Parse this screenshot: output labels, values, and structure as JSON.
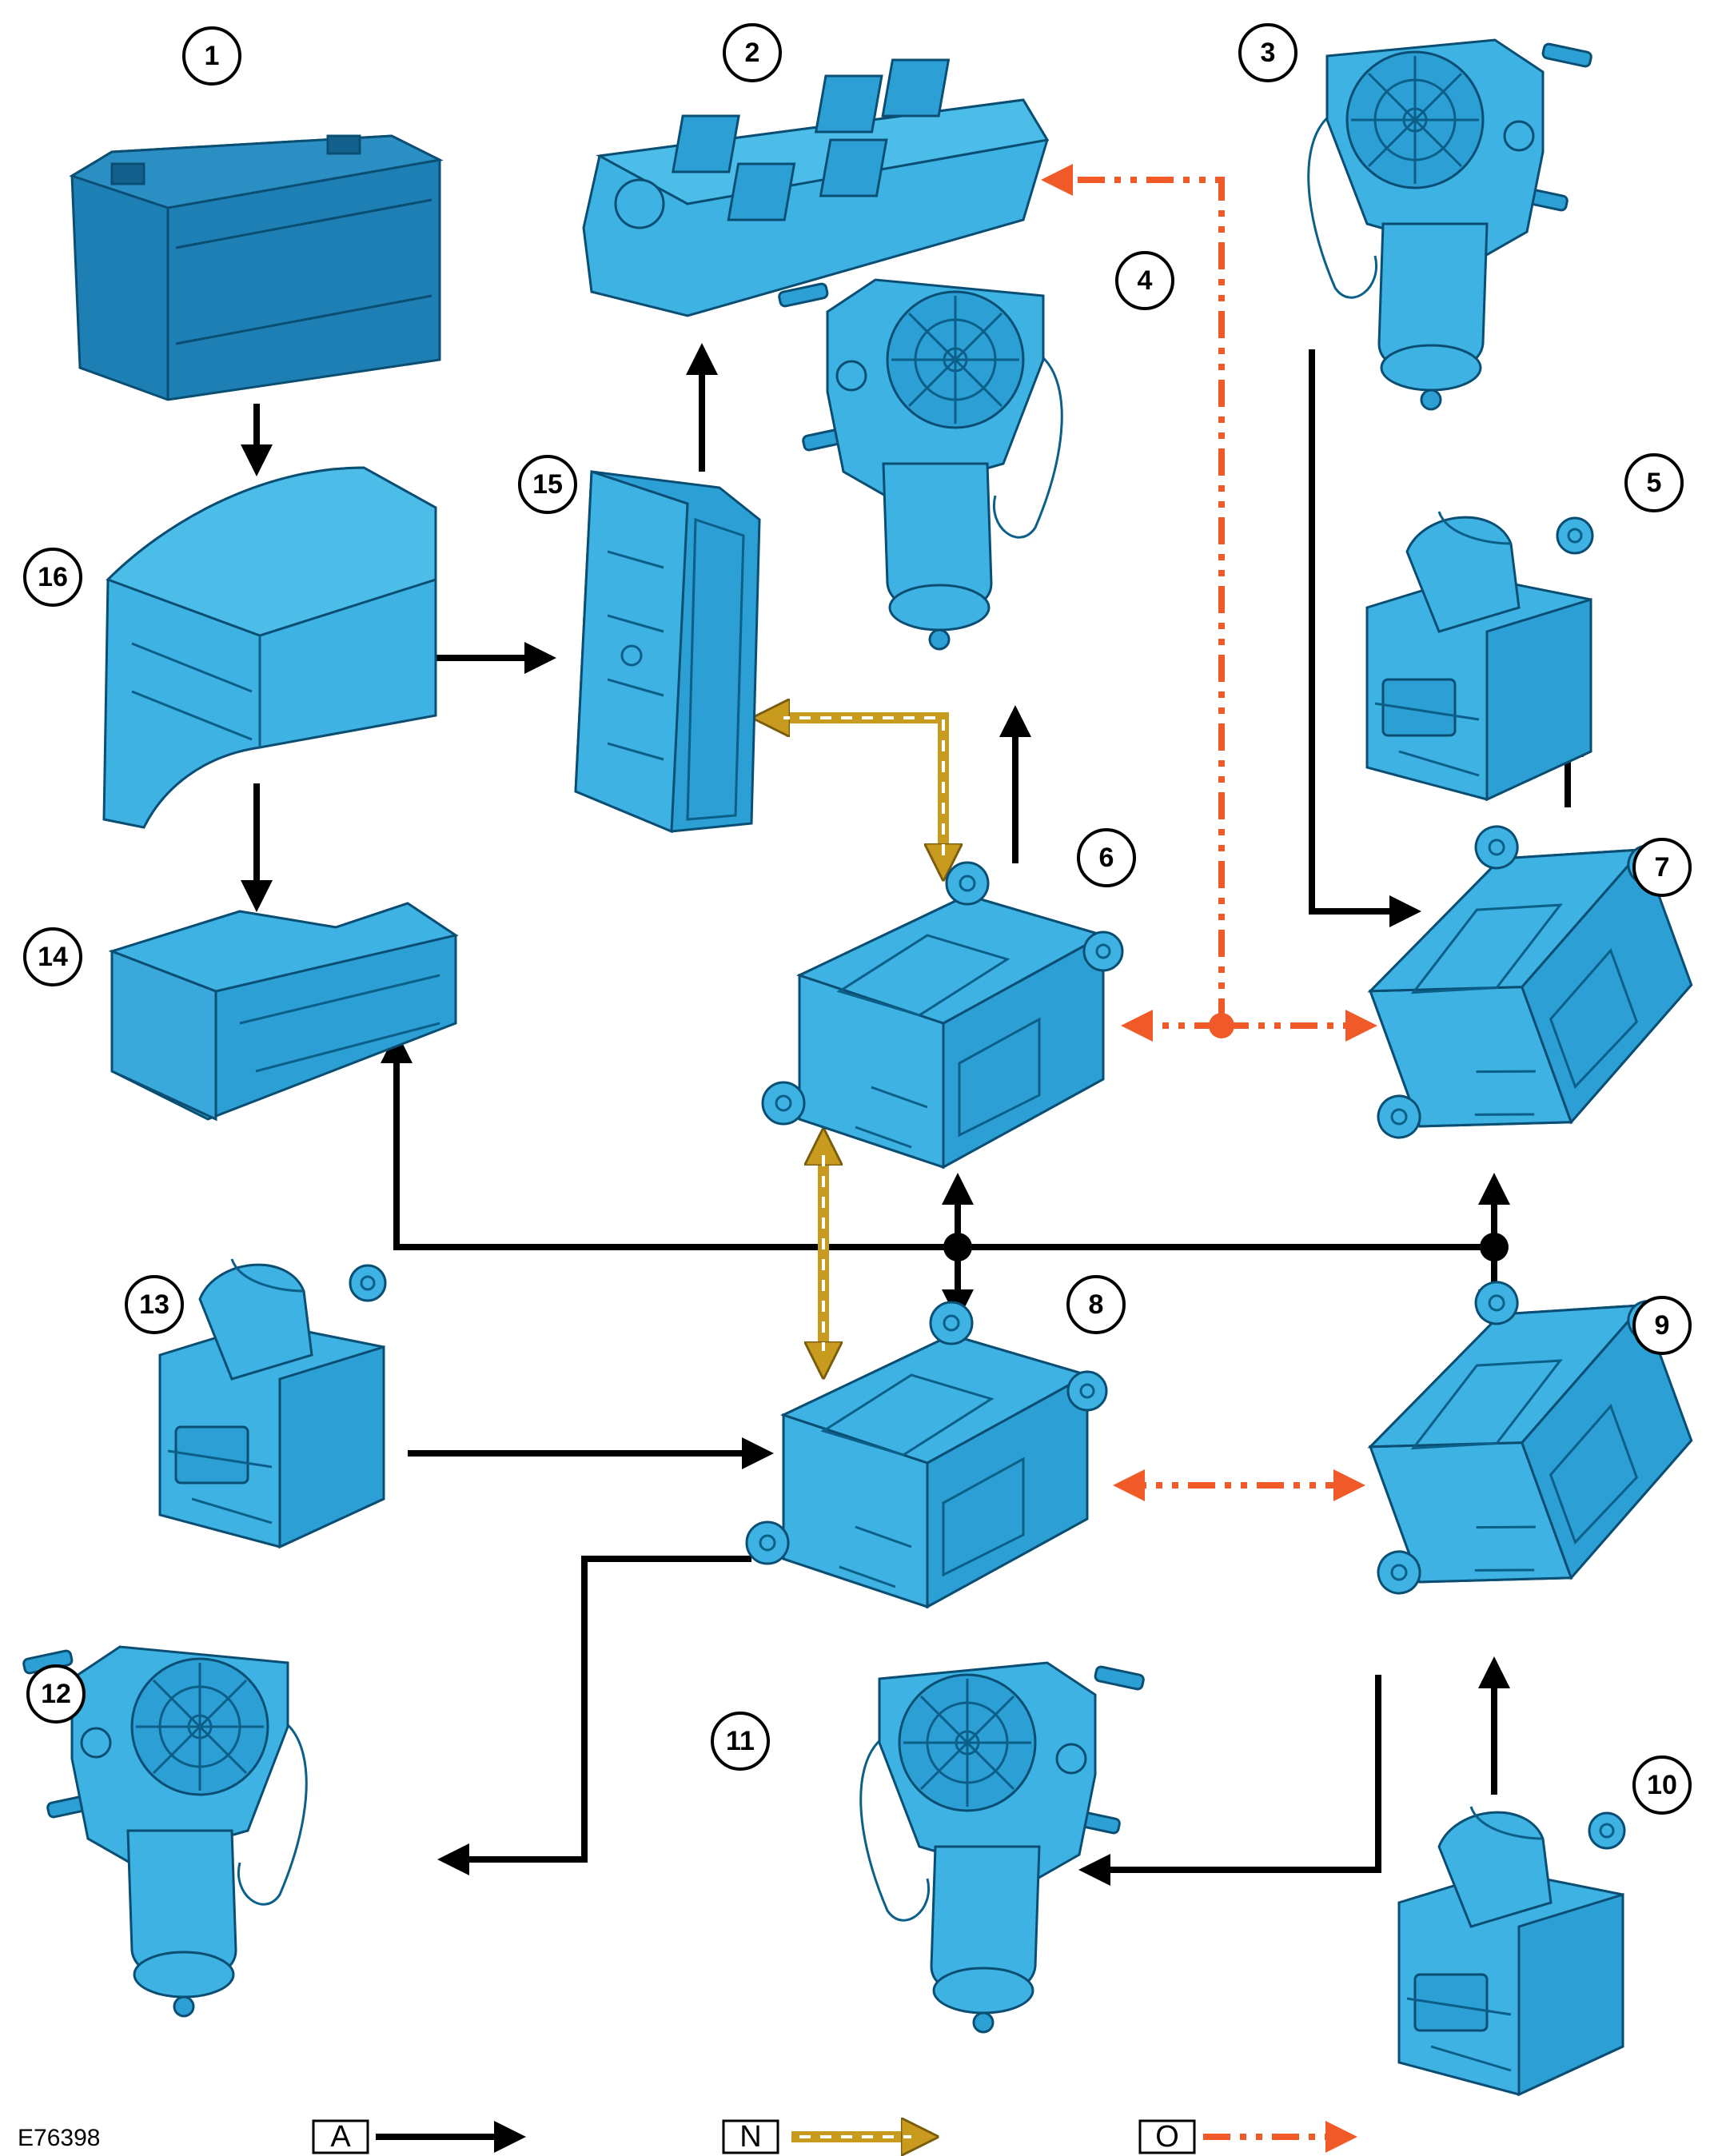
{
  "colors": {
    "part_light": "#3db2e3",
    "part_dark": "#1d7fb4",
    "line_a": "#000000",
    "line_n": "#c89a1e",
    "line_o": "#f05a28"
  },
  "callouts": [
    {
      "id": "1",
      "label": "1",
      "component": "battery-icon"
    },
    {
      "id": "2",
      "label": "2",
      "component": "switch-pack-icon"
    },
    {
      "id": "3",
      "label": "3",
      "component": "window-motor-icon"
    },
    {
      "id": "4",
      "label": "4",
      "component": "window-motor-icon"
    },
    {
      "id": "5",
      "label": "5",
      "component": "window-switch-icon"
    },
    {
      "id": "6",
      "label": "6",
      "component": "door-module-icon"
    },
    {
      "id": "7",
      "label": "7",
      "component": "door-module-icon"
    },
    {
      "id": "8",
      "label": "8",
      "component": "door-module-icon"
    },
    {
      "id": "9",
      "label": "9",
      "component": "door-module-icon"
    },
    {
      "id": "10",
      "label": "10",
      "component": "window-switch-icon"
    },
    {
      "id": "11",
      "label": "11",
      "component": "window-motor-icon"
    },
    {
      "id": "12",
      "label": "12",
      "component": "window-motor-icon"
    },
    {
      "id": "13",
      "label": "13",
      "component": "window-switch-icon"
    },
    {
      "id": "14",
      "label": "14",
      "component": "junction-box-icon"
    },
    {
      "id": "15",
      "label": "15",
      "component": "control-module-icon"
    },
    {
      "id": "16",
      "label": "16",
      "component": "fuse-box-icon"
    }
  ],
  "legend": [
    {
      "key": "A",
      "style": "solid-black-arrow"
    },
    {
      "key": "N",
      "style": "gold-dashed-arrow"
    },
    {
      "key": "O",
      "style": "red-dash-dot-arrow"
    }
  ],
  "reference": "E76398"
}
